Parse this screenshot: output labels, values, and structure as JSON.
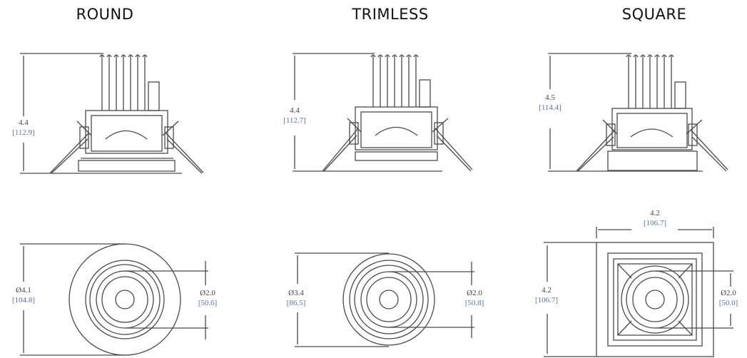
{
  "headings": {
    "round": "ROUND",
    "trimless": "TRIMLESS",
    "square": "SQUARE"
  },
  "dimensions": {
    "round_height": {
      "in": "4.4",
      "mm": "[112.9]"
    },
    "trimless_height": {
      "in": "4.4",
      "mm": "[112.7]"
    },
    "square_height": {
      "in": "4.5",
      "mm": "[114.4]"
    },
    "round_outer": {
      "in": "Ø4.1",
      "mm": "[104.8]"
    },
    "round_aperture": {
      "in": "Ø2.0",
      "mm": "[50.6]"
    },
    "trimless_outer": {
      "in": "Ø3.4",
      "mm": "[86.5]"
    },
    "trimless_aperture": {
      "in": "Ø2.0",
      "mm": "[50.8]"
    },
    "square_width": {
      "in": "4.2",
      "mm": "[106.7]"
    },
    "square_height_plan": {
      "in": "4.2",
      "mm": "[106.7]"
    },
    "square_aperture": {
      "in": "Ø2.0",
      "mm": "[50.0]"
    }
  },
  "colors": {
    "line": "#4a4a4a",
    "metric": "#5b6fb0"
  }
}
